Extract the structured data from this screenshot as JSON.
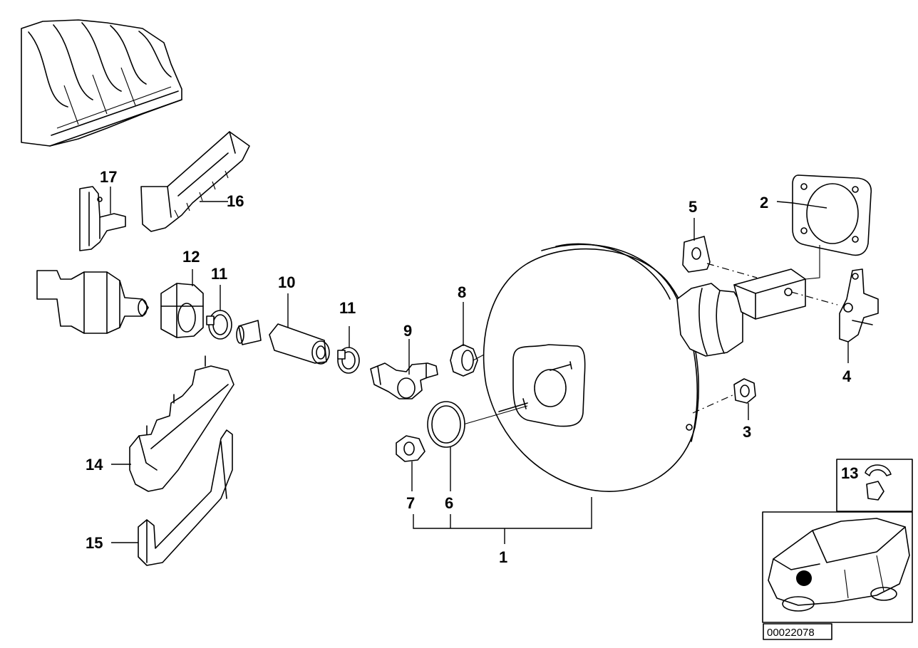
{
  "diagram": {
    "document_id": "00022078",
    "callouts": [
      {
        "key": "p1",
        "label": "1"
      },
      {
        "key": "p2",
        "label": "2"
      },
      {
        "key": "p3",
        "label": "3"
      },
      {
        "key": "p4",
        "label": "4"
      },
      {
        "key": "p5",
        "label": "5"
      },
      {
        "key": "p6",
        "label": "6"
      },
      {
        "key": "p7",
        "label": "7"
      },
      {
        "key": "p8",
        "label": "8"
      },
      {
        "key": "p9",
        "label": "9"
      },
      {
        "key": "p10",
        "label": "10"
      },
      {
        "key": "p11a",
        "label": "11"
      },
      {
        "key": "p11b",
        "label": "11"
      },
      {
        "key": "p12",
        "label": "12"
      },
      {
        "key": "p13",
        "label": "13"
      },
      {
        "key": "p14",
        "label": "14"
      },
      {
        "key": "p15",
        "label": "15"
      },
      {
        "key": "p16",
        "label": "16"
      },
      {
        "key": "p17",
        "label": "17"
      }
    ]
  }
}
